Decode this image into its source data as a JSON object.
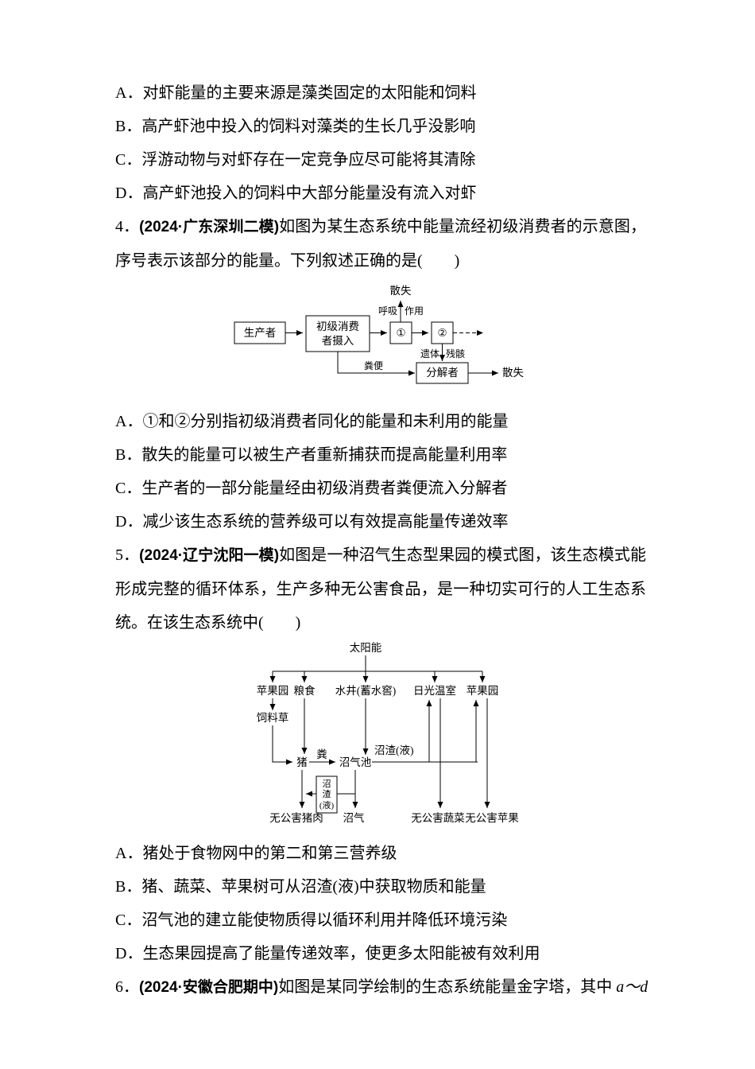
{
  "q3": {
    "options": [
      "A．对虾能量的主要来源是藻类固定的太阳能和饲料",
      "B．高产虾池中投入的饲料对藻类的生长几乎没影响",
      "C．浮游动物与对虾存在一定竞争应尽可能将其清除",
      "D．高产虾池投入的饲料中大部分能量没有流入对虾"
    ]
  },
  "q4": {
    "number": "4．",
    "source": "(2024·广东深圳二模)",
    "stem": "如图为某生态系统中能量流经初级消费者的示意图，序号表示该部分的能量。下列叙述正确的是(　　)",
    "diagram": {
      "producer": "生产者",
      "intake_l1": "初级消费",
      "intake_l2": "者摄入",
      "box1": "①",
      "box2": "②",
      "resp_l": "呼吸",
      "resp_r": "作用",
      "loss_top": "散失",
      "remains_l": "遗体",
      "remains_r": "残骸",
      "decomposer": "分解者",
      "loss_right": "散失",
      "feces": "粪便"
    },
    "options": [
      "A．①和②分别指初级消费者同化的能量和未利用的能量",
      "B．散失的能量可以被生产者重新捕获而提高能量利用率",
      "C．生产者的一部分能量经由初级消费者粪便流入分解者",
      "D．减少该生态系统的营养级可以有效提高能量传递效率"
    ]
  },
  "q5": {
    "number": "5．",
    "source": "(2024·辽宁沈阳一模)",
    "stem": "如图是一种沼气生态型果园的模式图，该生态模式能形成完整的循环体系，生产多种无公害食品，是一种切实可行的人工生态系统。在该生态系统中(　　)",
    "diagram": {
      "solar": "太阳能",
      "orchard_left": "苹果园",
      "grain": "粮食",
      "well": "水井(蓄水窖)",
      "greenhouse": "日光温室",
      "orchard_right": "苹果园",
      "forage": "饲料草",
      "pig": "猪",
      "manure": "粪",
      "digester": "沼气池",
      "residue": "沼渣(液)",
      "residue_v1": "沼",
      "residue_v2": "渣",
      "residue_v3": "(液)",
      "pork": "无公害猪肉",
      "biogas": "沼气",
      "vegetables": "无公害蔬菜",
      "apples": "无公害苹果"
    },
    "options": [
      "A．猪处于食物网中的第二和第三营养级",
      "B．猪、蔬菜、苹果树可从沼渣(液)中获取物质和能量",
      "C．沼气池的建立能使物质得以循环利用并降低环境污染",
      "D．生态果园提高了能量传递效率，使更多太阳能被有效利用"
    ]
  },
  "q6": {
    "number": "6．",
    "source": "(2024·安徽合肥期中)",
    "stem": "如图是某同学绘制的生态系统能量金字塔，其中 ",
    "range": "a～d"
  }
}
